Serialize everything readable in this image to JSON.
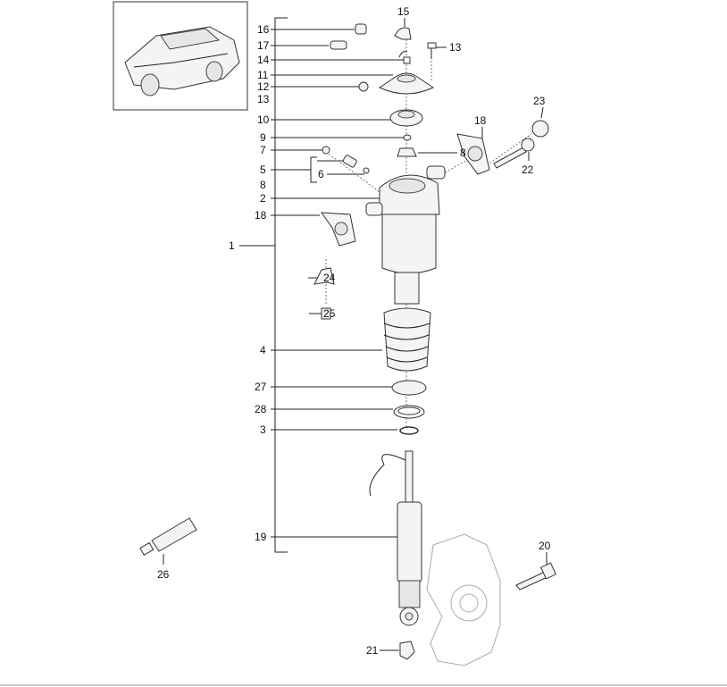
{
  "diagram": {
    "title": "Rear air suspension strut assembly",
    "labels": [
      "16",
      "17",
      "14",
      "11",
      "12",
      "13",
      "10",
      "9",
      "7",
      "5",
      "6",
      "8",
      "2",
      "18",
      "1",
      "24",
      "25",
      "4",
      "27",
      "28",
      "3",
      "19",
      "26",
      "21",
      "15",
      "13",
      "8",
      "18",
      "23",
      "22",
      "20"
    ]
  }
}
